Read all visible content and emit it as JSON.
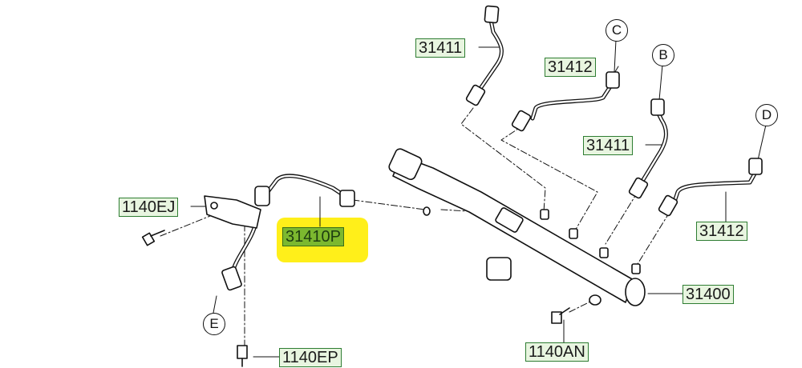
{
  "diagram": {
    "part_labels": {
      "pipe_31411_top": "31411",
      "pipe_31412_top": "31412",
      "pipe_31411_mid": "31411",
      "pipe_31412_right": "31412",
      "rail": "31400",
      "bolt_1140AN": "1140AN",
      "bolt_1140EP": "1140EP",
      "bolt_1140EJ": "1140EJ",
      "pipe_31410P": "31410P"
    },
    "connector_markers": {
      "c": "C",
      "b": "B",
      "d": "D",
      "e": "E"
    },
    "highlight_color": "#ffef1a",
    "label_fill": "#e8f5e0",
    "label_border": "#2e7d32"
  }
}
